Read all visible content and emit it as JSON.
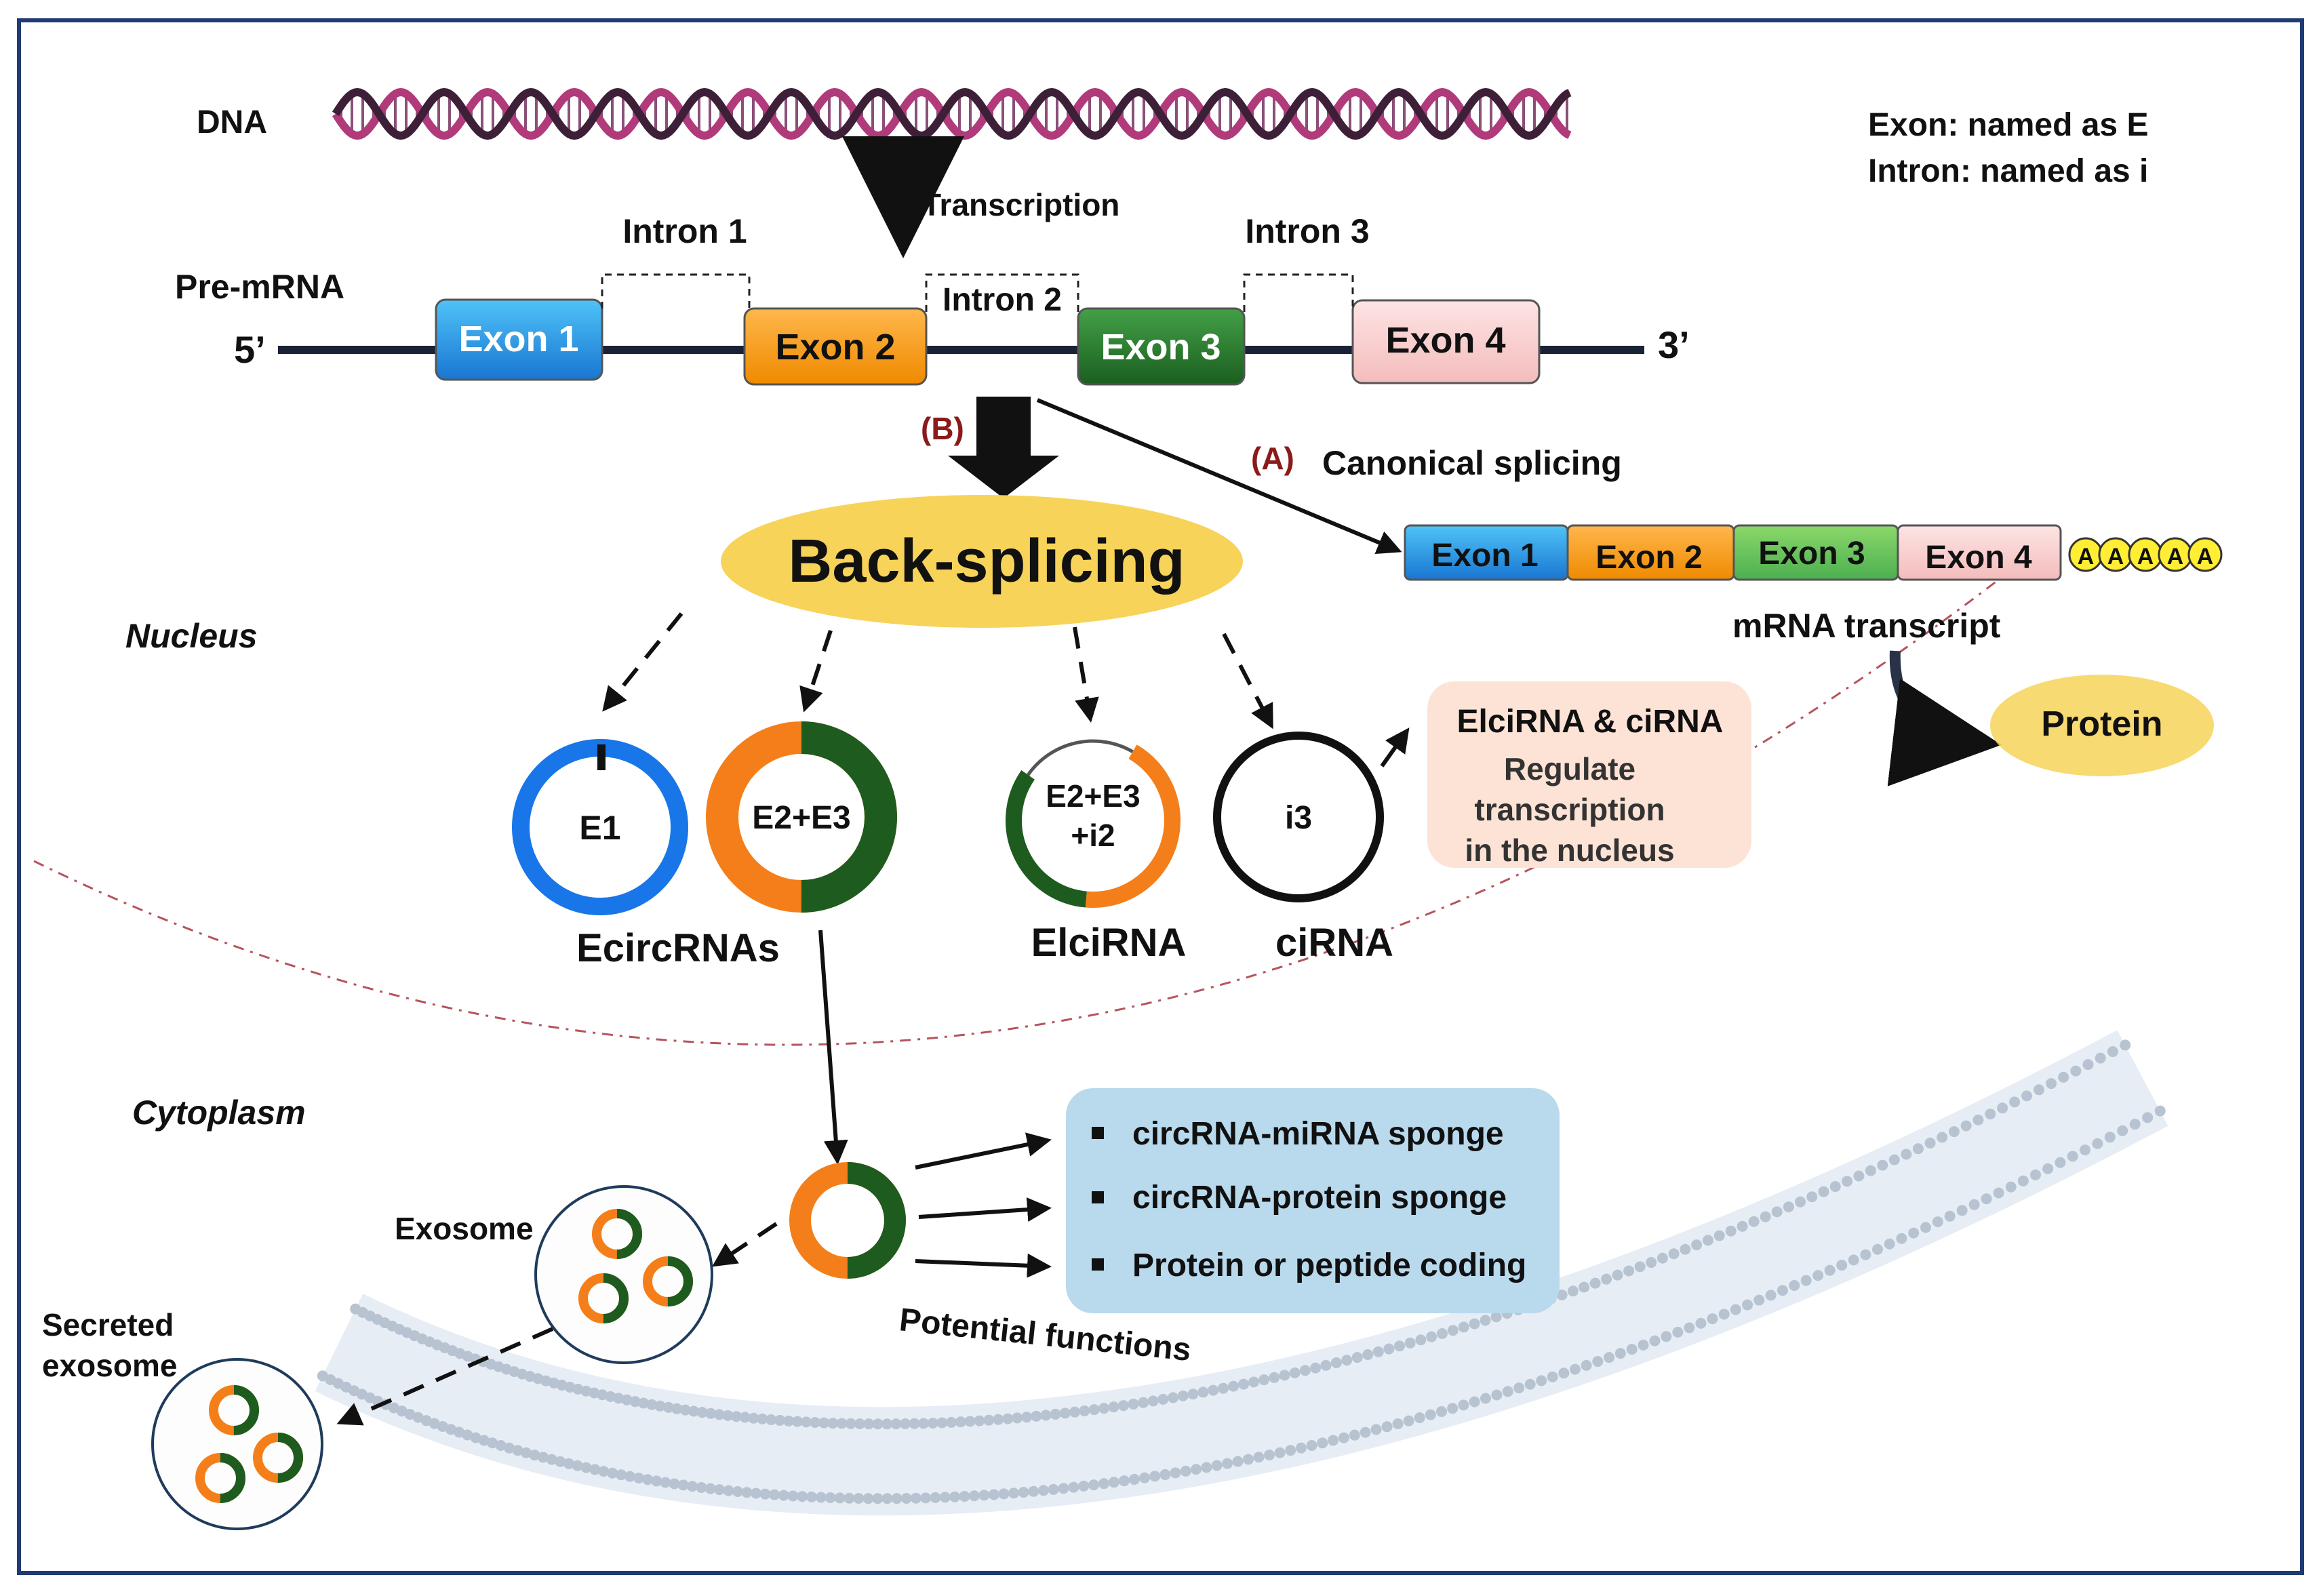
{
  "legend": {
    "exon_note": "Exon: named as E",
    "intron_note": "Intron: named as i"
  },
  "dna": {
    "label": "DNA"
  },
  "transcription": {
    "label": "Transcription"
  },
  "pre_mrna": {
    "label": "Pre-mRNA",
    "five_prime": "5’",
    "three_prime": "3’",
    "exons": [
      "Exon 1",
      "Exon 2",
      "Exon 3",
      "Exon 4"
    ],
    "introns": [
      "Intron 1",
      "Intron 2",
      "Intron 3"
    ]
  },
  "pathways": {
    "b_tag": "(B)",
    "a_tag": "(A)",
    "canonical": "Canonical splicing",
    "back_splicing": "Back-splicing"
  },
  "mrna": {
    "exons": [
      "Exon 1",
      "Exon 2",
      "Exon 3",
      "Exon 4"
    ],
    "polya": [
      "A",
      "A",
      "A",
      "A",
      "A"
    ],
    "label": "mRNA transcript",
    "protein": "Protein"
  },
  "compartments": {
    "nucleus": "Nucleus",
    "cytoplasm": "Cytoplasm"
  },
  "circles": {
    "e1": "E1",
    "e2e3": "E2+E3",
    "elci_line1": "E2+E3",
    "elci_line2": "+i2",
    "i3": "i3",
    "ecircrnas": "EcircRNAs",
    "elcirna": "ElciRNA",
    "cirna": "ciRNA"
  },
  "regulate_box": {
    "title": "ElciRNA & ciRNA",
    "line1": "Regulate",
    "line2": "transcription",
    "line3": "in the nucleus"
  },
  "functions": {
    "items": [
      "circRNA-miRNA sponge",
      "circRNA-protein sponge",
      "Protein or peptide coding"
    ],
    "caption": "Potential functions"
  },
  "exosome": {
    "label": "Exosome",
    "secreted_line1": "Secreted",
    "secreted_line2": "exosome"
  },
  "colors": {
    "exon1": "#1f9be0",
    "exon2": "#f39c12",
    "exon3": "#1f7a1f",
    "exon4": "#f8d3d3",
    "orange": "#f47f1a",
    "dark_green": "#1e5b1e",
    "blue_ring": "#1976e8",
    "yellow": "#f7d35a",
    "functions_box": "#b9d9ed",
    "regulate_box": "#fde3d6",
    "tag_red": "#8b1a1a"
  }
}
